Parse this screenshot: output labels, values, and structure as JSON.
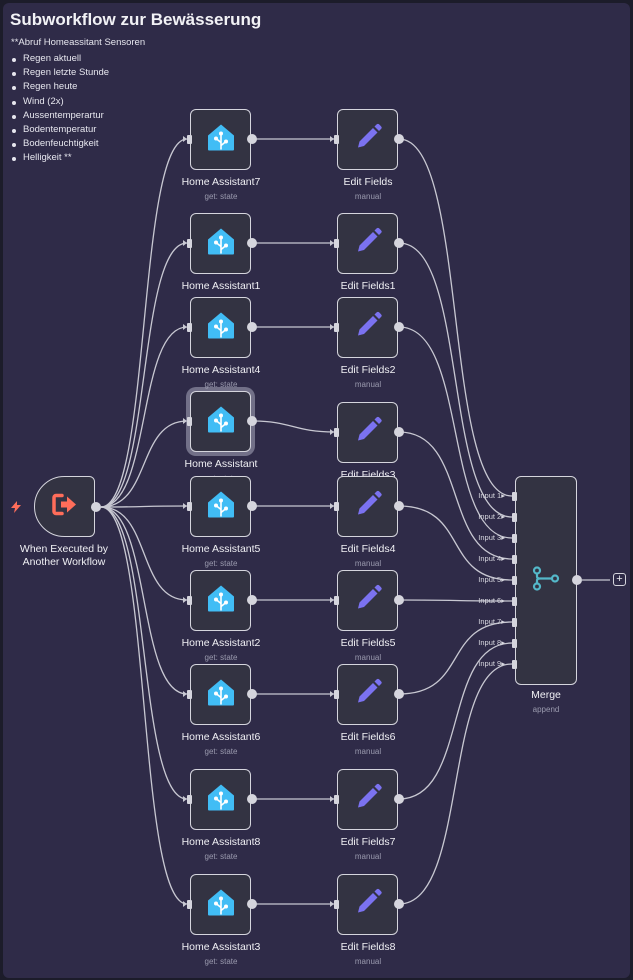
{
  "sticky": {
    "title": "Subworkflow zur Bewässerung",
    "subtitle": "**Abruf Homeassitant Sensoren",
    "items": [
      "Regen aktuell",
      "Regen letzte Stunde",
      "Regen heute",
      "Wind (2x)",
      "Aussentemperartur",
      "Bodentemperatur",
      "Bodenfeuchtigkeit",
      "Helligkeit **"
    ]
  },
  "trigger": {
    "label_line1": "When Executed by",
    "label_line2": "Another Workflow",
    "icon": "sign-out-icon"
  },
  "home_assistant_nodes": [
    {
      "name": "Home Assistant7",
      "sub": "get: state"
    },
    {
      "name": "Home Assistant1",
      "sub": ""
    },
    {
      "name": "Home Assistant4",
      "sub": "get: state"
    },
    {
      "name": "Home Assistant",
      "sub": "get: state"
    },
    {
      "name": "Home Assistant5",
      "sub": "get: state"
    },
    {
      "name": "Home Assistant2",
      "sub": "get: state"
    },
    {
      "name": "Home Assistant6",
      "sub": "get: state"
    },
    {
      "name": "Home Assistant8",
      "sub": "get: state"
    },
    {
      "name": "Home Assistant3",
      "sub": "get: state"
    }
  ],
  "edit_nodes": [
    {
      "name": "Edit Fields",
      "sub": "manual"
    },
    {
      "name": "Edit Fields1",
      "sub": ""
    },
    {
      "name": "Edit Fields2",
      "sub": "manual"
    },
    {
      "name": "Edit Fields3",
      "sub": ""
    },
    {
      "name": "Edit Fields4",
      "sub": "manual"
    },
    {
      "name": "Edit Fields5",
      "sub": "manual"
    },
    {
      "name": "Edit Fields6",
      "sub": "manual"
    },
    {
      "name": "Edit Fields7",
      "sub": "manual"
    },
    {
      "name": "Edit Fields8",
      "sub": "manual"
    }
  ],
  "merge": {
    "name": "Merge",
    "sub": "append",
    "inputs": [
      "Input 1",
      "Input 2",
      "Input 3",
      "Input 4",
      "Input 5",
      "Input 6",
      "Input 7",
      "Input 8",
      "Input 9"
    ]
  },
  "add_button": "+",
  "colors": {
    "canvas": "#1c1c2a",
    "sticky": "#2f2b48",
    "ha_icon": "#41bdf5",
    "edit_icon": "#7b72f0",
    "trigger_icon": "#ff6d5a",
    "merge_icon": "#54b8c9",
    "wire": "#c8c8d2"
  }
}
